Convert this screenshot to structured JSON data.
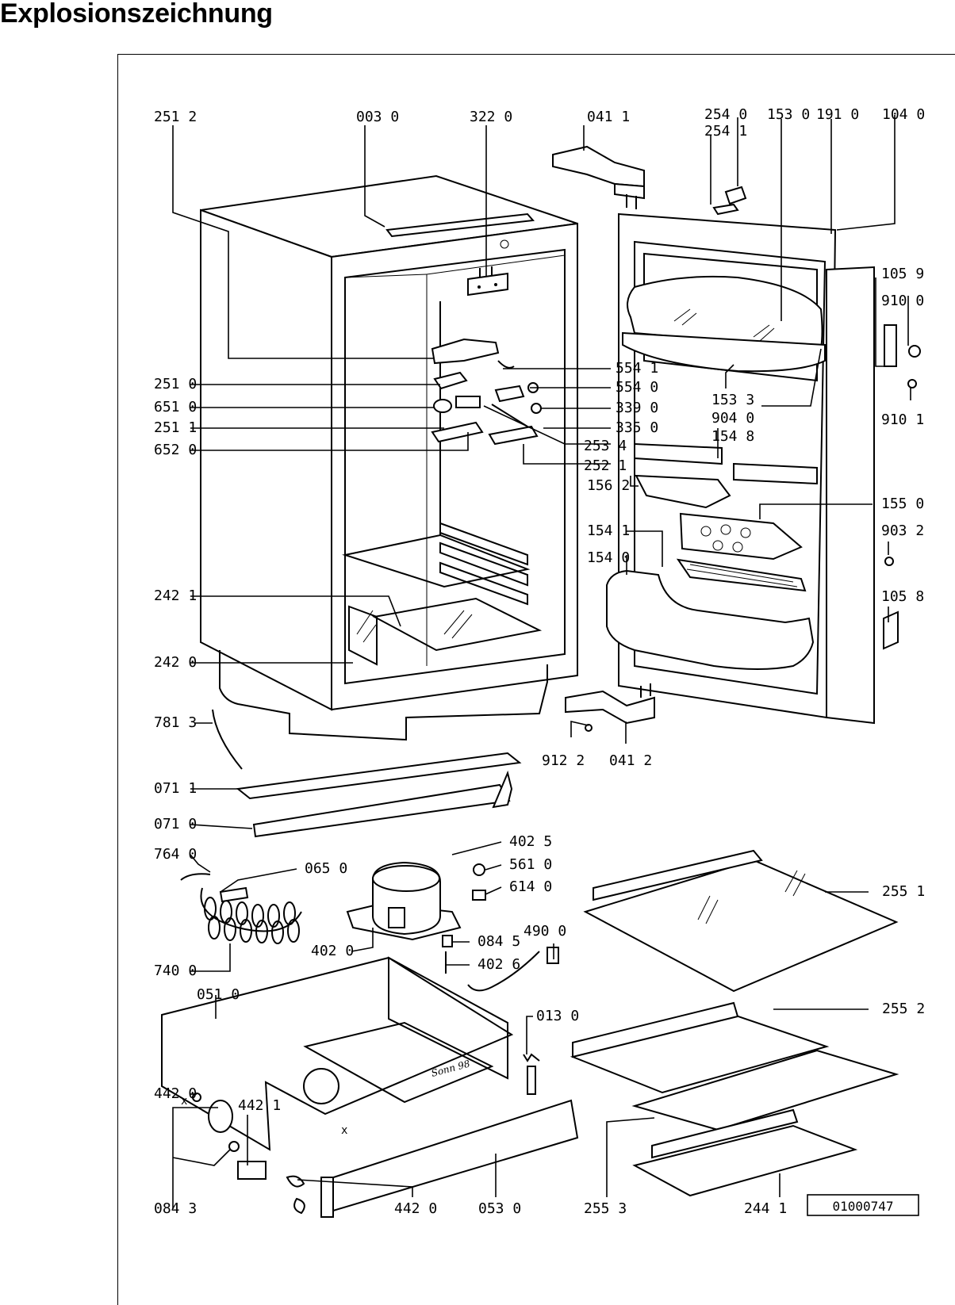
{
  "title": "Explosionszeichnung",
  "drawing_number": "01000747",
  "signature": "Sonn 98",
  "marker_x": "x",
  "labels": {
    "l2512": "251 2",
    "l0030": "003 0",
    "l3220": "322 0",
    "l0411": "041 1",
    "l2540": "254 0",
    "l2541": "254 1",
    "l1530": "153 0",
    "l1910": "191 0",
    "l1040": "104 0",
    "l1059": "105 9",
    "l9100": "910 0",
    "l9101": "910 1",
    "l5541": "554 1",
    "l5540": "554 0",
    "l3390": "339 0",
    "l3350": "335 0",
    "l2534": "253 4",
    "l2521": "252 1",
    "l1562": "156 2",
    "l1533": "153 3",
    "l9040": "904 0",
    "l1548": "154 8",
    "l2510": "251 0",
    "l6510": "651 0",
    "l2511": "251 1",
    "l6520": "652 0",
    "l1550": "155 0",
    "l9032": "903 2",
    "l1541": "154 1",
    "l1540": "154 0",
    "l1058": "105 8",
    "l2421": "242 1",
    "l2420": "242 0",
    "l7813": "781 3",
    "l9122": "912 2",
    "l0412": "041 2",
    "l0711": "071 1",
    "l0710": "071 0",
    "l7640": "764 0",
    "l0650": "065 0",
    "l4025": "402 5",
    "l5610": "561 0",
    "l6140": "614 0",
    "l4020": "402 0",
    "l7400": "740 0",
    "l0845": "084 5",
    "l4026": "402 6",
    "l4900": "490 0",
    "l2551": "255 1",
    "l0510": "051 0",
    "l0130": "013 0",
    "l2552": "255 2",
    "l4420a": "442 0",
    "l4421": "442 1",
    "l0843": "084 3",
    "l4420b": "442 0",
    "l0530": "053 0",
    "l2553": "255 3",
    "l2441": "244 1"
  }
}
